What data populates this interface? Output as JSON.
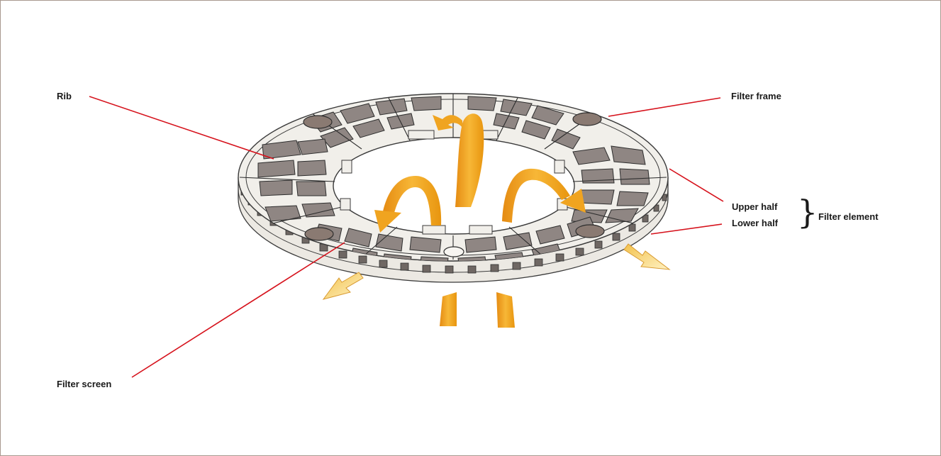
{
  "labels": {
    "rib": "Rib",
    "filter_frame": "Filter frame",
    "upper_half": "Upper half",
    "lower_half": "Lower half",
    "filter_element": "Filter element",
    "filter_screen": "Filter screen"
  },
  "colors": {
    "leader_line": "#d6121c",
    "frame_fill": "#f1efea",
    "frame_stroke": "#3a3a3a",
    "screen_fill": "#8f8683",
    "boss_fill": "#8a7a72",
    "flow_arrow": "#f1a92d",
    "flow_arrow_dark": "#e58b12",
    "outflow_arrow": "#f6d87e",
    "border": "#a8998f"
  },
  "icons": {
    "flow_arrows": "curved-flow-arrow",
    "outflow_arrows": "outflow-arrow",
    "grouping": "right-brace"
  }
}
